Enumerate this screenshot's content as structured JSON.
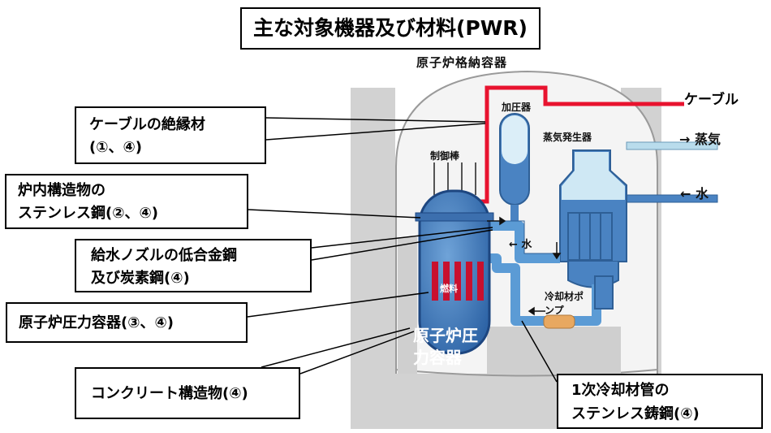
{
  "title": "主な対象機器及び材料(PWR)",
  "schematic": {
    "containment": "原子炉格納容器",
    "pressurizer": "加圧器",
    "steam_generator": "蒸気発生器",
    "control_rods": "制御棒",
    "cable": "ケーブル",
    "steam": "→ 蒸気",
    "water_in": "← 水",
    "water_inner": "← 水",
    "fuel": "燃料",
    "pump": "冷却材ポンプ",
    "reactor_vessel": "原子炉圧力容器"
  },
  "callouts": {
    "cable_insulation": [
      "ケーブルの絶縁材",
      "(①、④)"
    ],
    "internals": [
      "炉内構造物の",
      "ステンレス鋼(②、④)"
    ],
    "nozzle": [
      "給水ノズルの低合金鋼",
      "及び炭素鋼(④)"
    ],
    "pressure_vessel": "原子炉圧力容器(③、④)",
    "concrete": "コンクリート構造物(④)",
    "primary_pipe": [
      "1次冷却材管の",
      "ステンレス鋳鋼(④)"
    ]
  },
  "colors": {
    "building_gray": "#d2d2d2",
    "containment_bg": "#f4f4f4",
    "reactor_blue": "#4a83c2",
    "pipe_blue": "#5b9bd5",
    "water_light": "#b9dcec",
    "cable_red": "#e8132f",
    "fuel_red": "#c8102e",
    "valve_orange": "#e8a860"
  }
}
